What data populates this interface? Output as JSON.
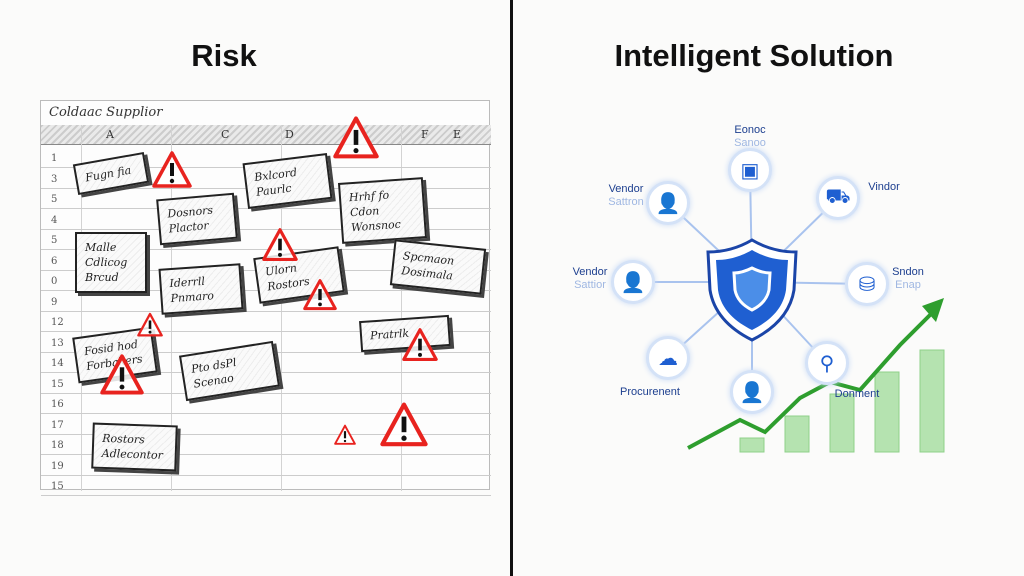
{
  "left_panel": {
    "title": "Risk",
    "sheet_name": "Coldaac Supplior",
    "columns": [
      "A",
      "C",
      "D",
      "F",
      "E"
    ],
    "row_numbers": [
      "1",
      "3",
      "5",
      "4",
      "5",
      "6",
      "0",
      "9",
      "12",
      "13",
      "14",
      "15",
      "16",
      "17",
      "18",
      "19",
      "15"
    ],
    "cards": [
      "Fugn fia",
      "Dosnors Plactor",
      "Bxlcord Paurlc",
      "Hrhf fo Cdon Wonsnoc",
      "Malle Cdlicog Brcud",
      "Spcmaon Dosimala",
      "Iderrll Pnmaro",
      "Ulorn Rostors",
      "Fosid hod Forbakers",
      "Pratrlk",
      "Pto dsPl Scenao",
      "Rostors Adlecontor"
    ],
    "warning_count": 9,
    "warning_color": "#e8231f"
  },
  "right_panel": {
    "title": "Intelligent Solution",
    "hub_icon": "shield-icon",
    "accent_color": "#1f5fd1",
    "growth_color": "#2e9e2e",
    "nodes": [
      {
        "label": "Eonoc",
        "sub": "Sanoo",
        "icon": "server-icon"
      },
      {
        "label": "Vendor",
        "sub": "Sattron",
        "icon": "person-icon"
      },
      {
        "label": "Vindor",
        "sub": "",
        "icon": "truck-icon"
      },
      {
        "label": "Vendor",
        "sub": "Sattior",
        "icon": "person-icon"
      },
      {
        "label": "Sndon",
        "sub": "Enap",
        "icon": "database-icon"
      },
      {
        "label": "Procurenent",
        "sub": "",
        "icon": "cloud-icon"
      },
      {
        "label": "",
        "sub": "",
        "icon": "person-icon"
      },
      {
        "label": "Donment",
        "sub": "",
        "icon": "search-icon"
      }
    ],
    "growth_bars": [
      1,
      2,
      3,
      4,
      5
    ]
  }
}
